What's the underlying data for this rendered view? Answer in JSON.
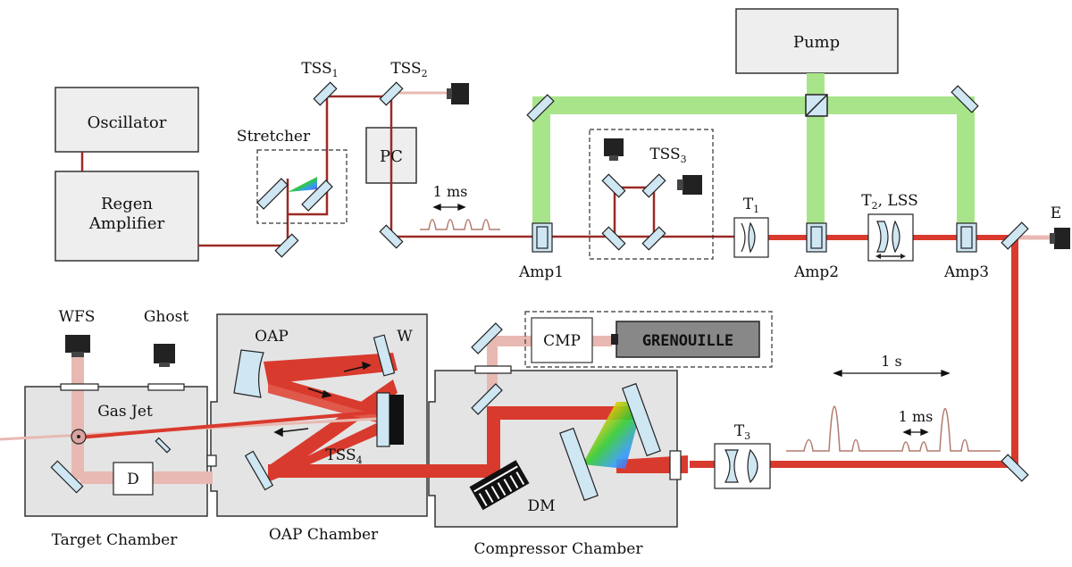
{
  "labels": {
    "oscillator": "Oscillator",
    "regen_line1": "Regen",
    "regen_line2": "Amplifier",
    "stretcher": "Stretcher",
    "tss1_main": "TSS",
    "tss1_sub": "1",
    "tss2_main": "TSS",
    "tss2_sub": "2",
    "tss3_main": "TSS",
    "tss3_sub": "3",
    "tss4_main": "TSS",
    "tss4_sub": "4",
    "pc": "PC",
    "pump": "Pump",
    "t1_main": "T",
    "t1_sub": "1",
    "t2_main": "T",
    "t2_sub": "2",
    "t2_suffix": ", LSS",
    "t3_main": "T",
    "t3_sub": "3",
    "amp1": "Amp1",
    "amp2": "Amp2",
    "amp3": "Amp3",
    "e": "E",
    "ms_top": "1 ms",
    "s_bottom": "1 s",
    "ms_bottom": "1 ms",
    "wfs": "WFS",
    "ghost": "Ghost",
    "oap": "OAP",
    "w": "W",
    "cmp": "CMP",
    "grenouille": "GRENOUILLE",
    "gas_jet": "Gas Jet",
    "d": "D",
    "dm": "DM",
    "target_chamber": "Target Chamber",
    "oap_chamber": "OAP Chamber",
    "compressor_chamber": "Compressor Chamber"
  },
  "colors": {
    "beam_red": "#d93a2e",
    "beam_dark": "#9b2a26",
    "beam_pink": "#e8b9b2",
    "pump_green": "#a8e58a",
    "chamber_fill": "#e4e4e4",
    "box_fill": "#eeeeee",
    "optic_fill": "#cfe6f3"
  }
}
